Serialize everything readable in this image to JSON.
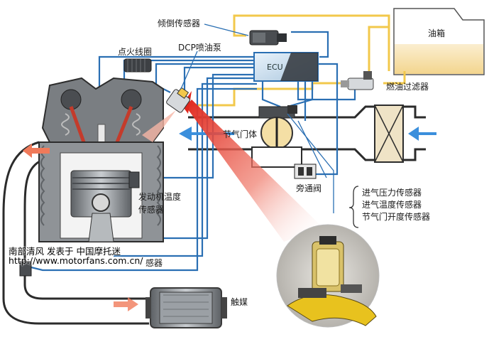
{
  "labels": {
    "fuel_tank": "油箱",
    "tilt_sensor": "倾倒传感器",
    "ignition_coil": "点火线圈",
    "dcp_pump": "DCP喷油泵",
    "ecu": "ECU",
    "fuel_filter": "燃油过滤器",
    "throttle_body": "节气门体",
    "bypass_valve": "旁通阀",
    "engine_temp_sensor_1": "发动机温度",
    "engine_temp_sensor_2": "传感器",
    "intake_pressure_sensor": "进气压力传感器",
    "intake_temp_sensor": "进气温度传感器",
    "throttle_position_sensor": "节气门开度传感器",
    "catalyst": "触媒",
    "oxygen_sensor_partial": "感器"
  },
  "watermark": {
    "line1": "南部清风  发表于  中国摩托迷",
    "line2": "http://www.motorfans.com.cn/"
  },
  "colors": {
    "wire_blue": "#2a6fb3",
    "fuel_yellow": "#f2c84b",
    "engine_gray": "#6b6f73",
    "air_arrow": "#3b8fdc",
    "highlight_red": "#e23b2b"
  }
}
